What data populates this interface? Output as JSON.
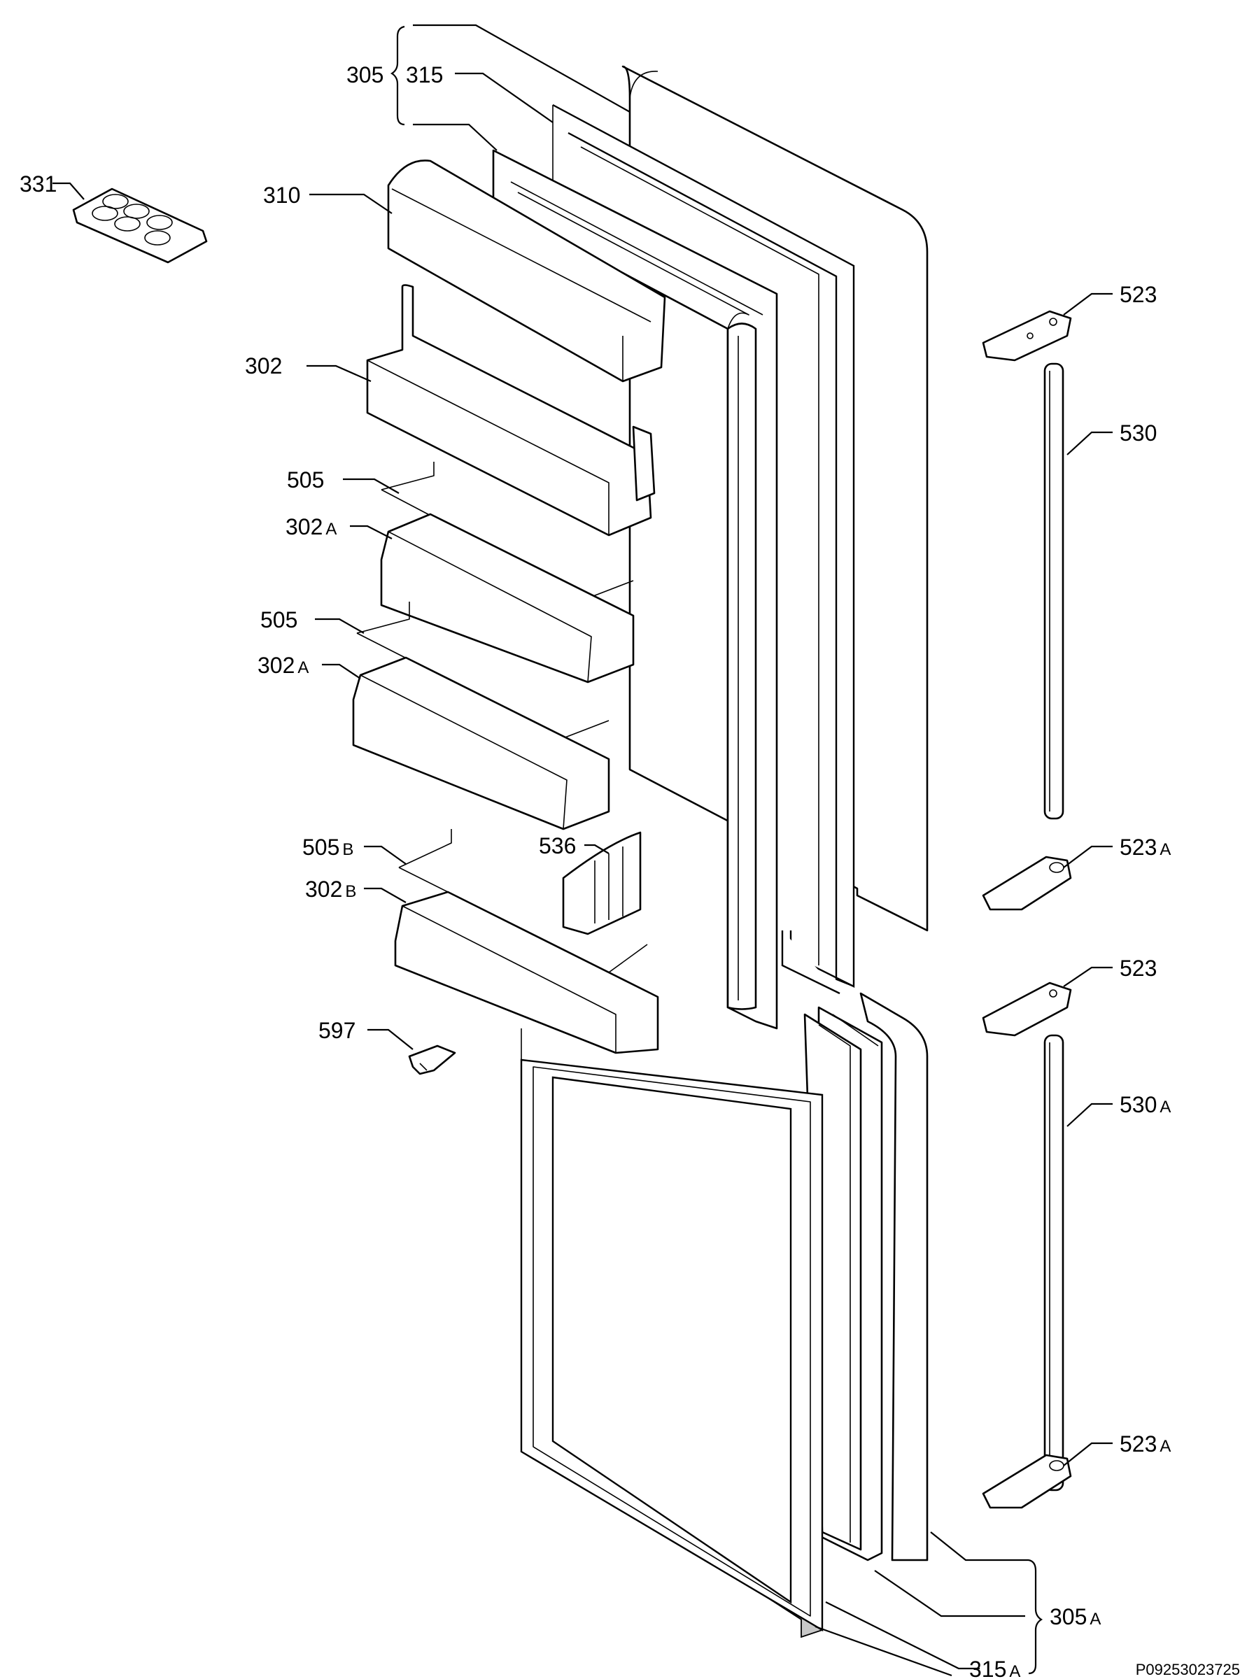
{
  "diagram": {
    "type": "exploded-parts-view",
    "reference_code": "P09253023725",
    "callouts": {
      "c331": {
        "num": "331",
        "suffix": ""
      },
      "c310": {
        "num": "310",
        "suffix": ""
      },
      "c302": {
        "num": "302",
        "suffix": ""
      },
      "c505_1": {
        "num": "505",
        "suffix": ""
      },
      "c302A_1": {
        "num": "302",
        "suffix": "A"
      },
      "c505_2": {
        "num": "505",
        "suffix": ""
      },
      "c302A_2": {
        "num": "302",
        "suffix": "A"
      },
      "c505B": {
        "num": "505",
        "suffix": "B"
      },
      "c302B": {
        "num": "302",
        "suffix": "B"
      },
      "c536": {
        "num": "536",
        "suffix": ""
      },
      "c597": {
        "num": "597",
        "suffix": ""
      },
      "c305": {
        "num": "305",
        "suffix": ""
      },
      "c315": {
        "num": "315",
        "suffix": ""
      },
      "c523_1": {
        "num": "523",
        "suffix": ""
      },
      "c530": {
        "num": "530",
        "suffix": ""
      },
      "c523A_1": {
        "num": "523",
        "suffix": "A"
      },
      "c523_2": {
        "num": "523",
        "suffix": ""
      },
      "c530A": {
        "num": "530",
        "suffix": "A"
      },
      "c523A_2": {
        "num": "523",
        "suffix": "A"
      },
      "c305A": {
        "num": "305",
        "suffix": "A"
      },
      "c315A": {
        "num": "315",
        "suffix": "A"
      }
    }
  }
}
